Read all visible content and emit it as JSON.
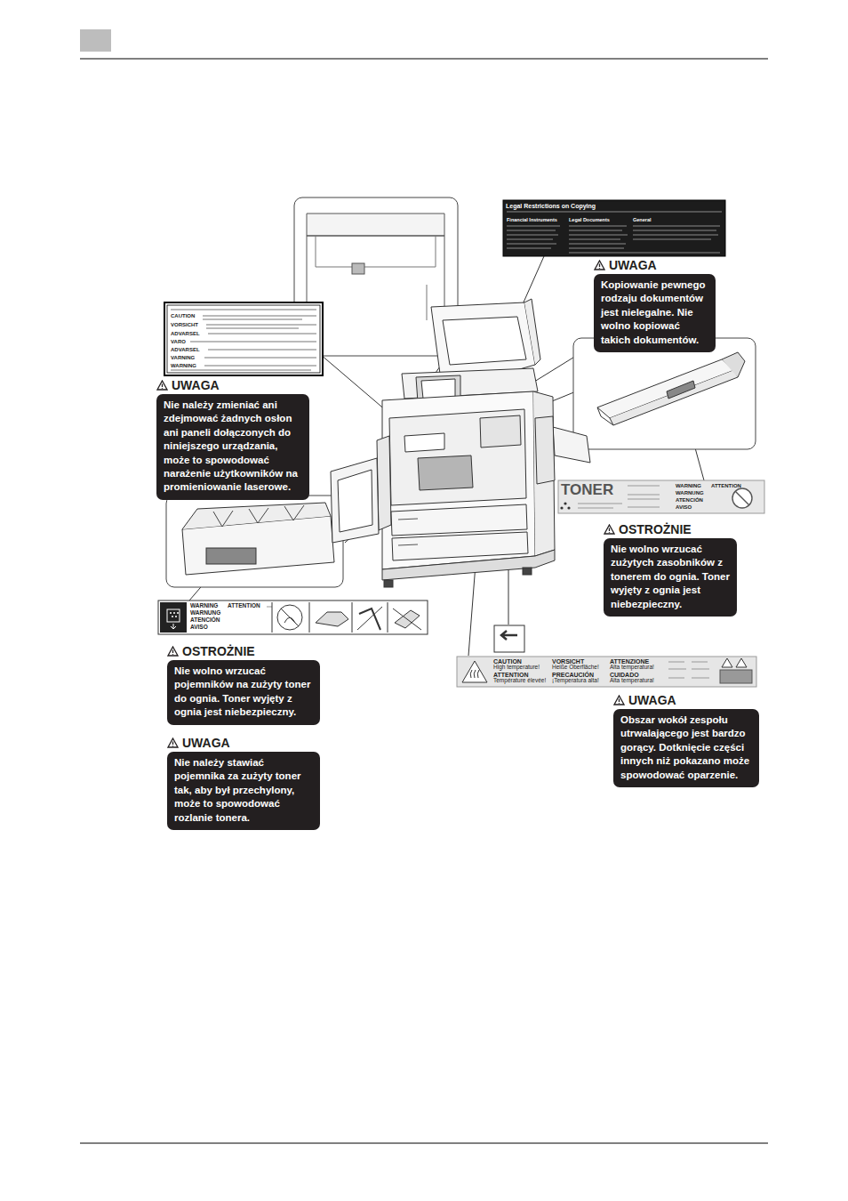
{
  "diagram": {
    "nodes": [
      {
        "text": [
          "UWAGA",
          "Kopiowanie pewnego rodzaju dokumentów jest nielegalne. Nie wolno kopiować takich dokumentów."
        ]
      },
      {
        "text": [
          "UWAGA",
          "Nie należy zmieniać ani zdejmować żadnych osłon ani paneli dołączonych do niniejszego urządzania, może to spowodować narażenie użytkowników na promieniowanie laserowe."
        ]
      },
      {
        "text": [
          "OSTROŻNIE",
          "Nie wolno wrzucać zużytych zasobników z tonerem do ognia. Toner wyjęty z ognia jest niebezpieczny."
        ]
      },
      {
        "text": [
          "OSTROŻNIE",
          "Nie wolno wrzucać pojemników na zużyty toner do ognia. Toner wyjęty z ognia jest niebezpieczny."
        ]
      },
      {
        "text": [
          "UWAGA",
          "Nie należy stawiać pojemnika za zużyty toner tak, aby był przechylony, może to spowodować rozlanie tonera."
        ]
      },
      {
        "text": [
          "UWAGA",
          "Obszar wokół zespołu utrwalającego jest bardzo gorący. Dotknięcie części innych niż pokazano może spowodować oparzenie."
        ]
      }
    ],
    "labels": [
      "Legal Restrictions on Copying",
      "Financial Instruments",
      "Legal Documents",
      "General",
      "TONER",
      "WARNING",
      "ATTENTION",
      "WARNUNG",
      "ATENCIÓN",
      "AVISO",
      "WARNING",
      "ATTENTION",
      "WARNUNG",
      "ATENCIÓN",
      "AVISO",
      "CAUTION",
      "High temperature!",
      "ATTENTION",
      "Température élevée!",
      "VORSICHT",
      "Heiße Oberfläche!",
      "PRECAUCIÓN",
      "¡Temperatura alta!",
      "ATTENZIONE",
      "Alta temperatura!",
      "CUIDADO",
      "Alta temperatura!",
      "CAUTION",
      "VORSICHT",
      "ADVARSEL",
      "VARO",
      "ADVARSEL",
      "VARNING",
      "WARNING"
    ]
  }
}
